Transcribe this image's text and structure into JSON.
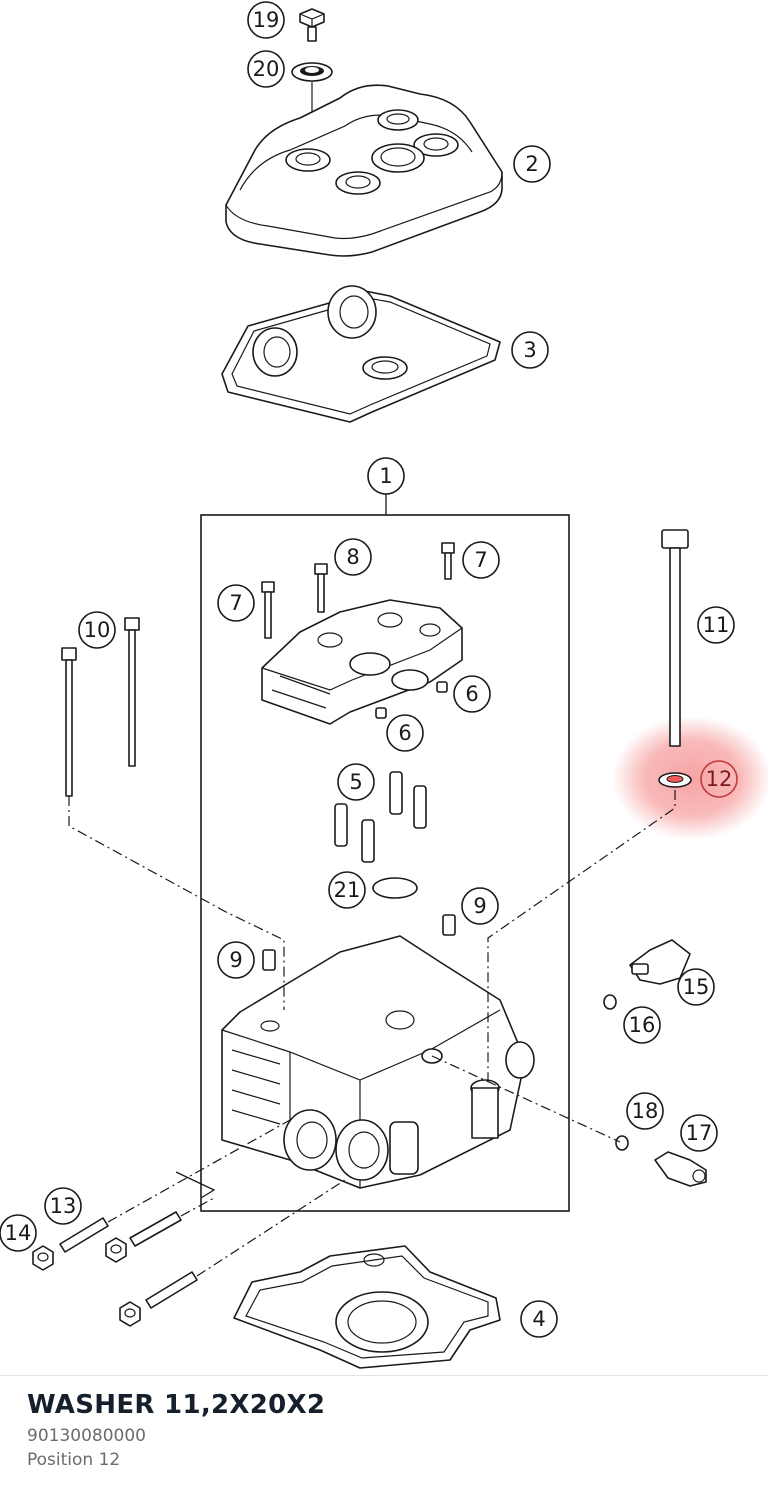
{
  "diagram": {
    "labels": [
      "1",
      "2",
      "3",
      "4",
      "5",
      "6",
      "6",
      "7",
      "7",
      "8",
      "9",
      "9",
      "10",
      "11",
      "12",
      "13",
      "14",
      "15",
      "16",
      "17",
      "18",
      "19",
      "20",
      "21"
    ],
    "highlight_label": "12",
    "highlight_color": "#f05a5a",
    "line_color": "#1a1a1a"
  },
  "part": {
    "name": "WASHER 11,2X20X2",
    "number": "90130080000",
    "position": "Position 12"
  }
}
